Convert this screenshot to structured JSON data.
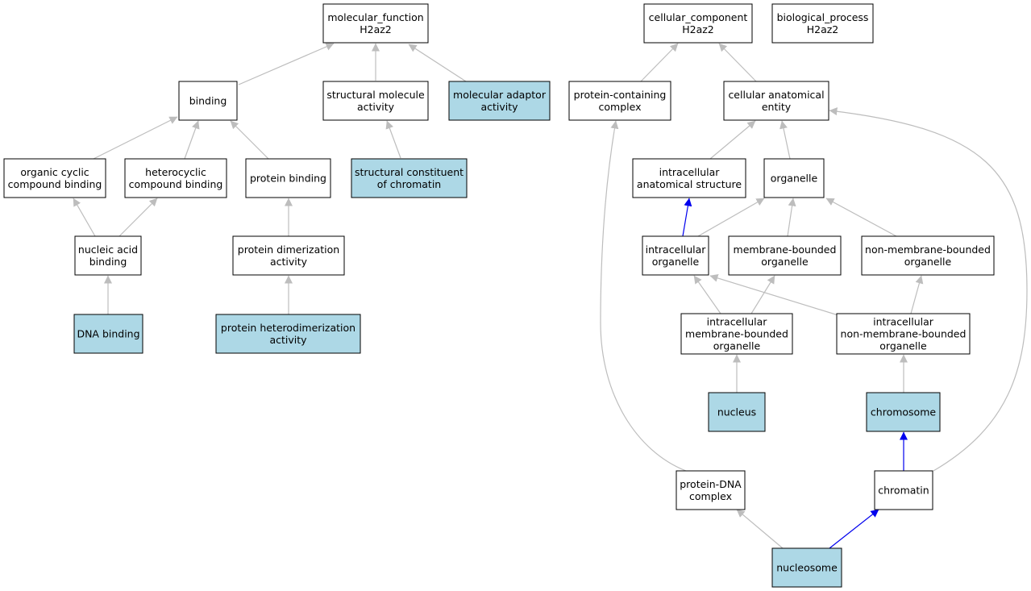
{
  "colors": {
    "plain_fill": "#ffffff",
    "highlight_fill": "#add8e6",
    "edge_default": "#bdbdbd",
    "edge_part_of": "#0000ee"
  },
  "nodes": [
    {
      "id": "mf",
      "lines": [
        "molecular_function",
        "H2az2"
      ],
      "highlight": false
    },
    {
      "id": "cc",
      "lines": [
        "cellular_component",
        "H2az2"
      ],
      "highlight": false
    },
    {
      "id": "bp",
      "lines": [
        "biological_process",
        "H2az2"
      ],
      "highlight": false
    },
    {
      "id": "bind",
      "lines": [
        "binding"
      ],
      "highlight": false
    },
    {
      "id": "sma",
      "lines": [
        "structural molecule",
        "activity"
      ],
      "highlight": false
    },
    {
      "id": "mad",
      "lines": [
        "molecular adaptor",
        "activity"
      ],
      "highlight": true
    },
    {
      "id": "pcc",
      "lines": [
        "protein-containing",
        "complex"
      ],
      "highlight": false
    },
    {
      "id": "cae",
      "lines": [
        "cellular anatomical",
        "entity"
      ],
      "highlight": false
    },
    {
      "id": "occb",
      "lines": [
        "organic cyclic",
        "compound binding"
      ],
      "highlight": false
    },
    {
      "id": "hcb",
      "lines": [
        "heterocyclic",
        "compound binding"
      ],
      "highlight": false
    },
    {
      "id": "pb",
      "lines": [
        "protein binding"
      ],
      "highlight": false
    },
    {
      "id": "scc",
      "lines": [
        "structural constituent",
        "of chromatin"
      ],
      "highlight": true
    },
    {
      "id": "ias",
      "lines": [
        "intracellular",
        "anatomical structure"
      ],
      "highlight": false
    },
    {
      "id": "org",
      "lines": [
        "organelle"
      ],
      "highlight": false
    },
    {
      "id": "nab",
      "lines": [
        "nucleic acid",
        "binding"
      ],
      "highlight": false
    },
    {
      "id": "pda",
      "lines": [
        "protein dimerization",
        "activity"
      ],
      "highlight": false
    },
    {
      "id": "io",
      "lines": [
        "intracellular",
        "organelle"
      ],
      "highlight": false
    },
    {
      "id": "mbo",
      "lines": [
        "membrane-bounded",
        "organelle"
      ],
      "highlight": false
    },
    {
      "id": "nmbo",
      "lines": [
        "non-membrane-bounded",
        "organelle"
      ],
      "highlight": false
    },
    {
      "id": "dna",
      "lines": [
        "DNA binding"
      ],
      "highlight": true
    },
    {
      "id": "phda",
      "lines": [
        "protein heterodimerization",
        "activity"
      ],
      "highlight": true
    },
    {
      "id": "imbo",
      "lines": [
        "intracellular",
        "membrane-bounded",
        "organelle"
      ],
      "highlight": false
    },
    {
      "id": "inmbo",
      "lines": [
        "intracellular",
        "non-membrane-bounded",
        "organelle"
      ],
      "highlight": false
    },
    {
      "id": "nuc",
      "lines": [
        "nucleus"
      ],
      "highlight": true
    },
    {
      "id": "chr",
      "lines": [
        "chromosome"
      ],
      "highlight": true
    },
    {
      "id": "pdc",
      "lines": [
        "protein-DNA",
        "complex"
      ],
      "highlight": false
    },
    {
      "id": "chrm",
      "lines": [
        "chromatin"
      ],
      "highlight": false
    },
    {
      "id": "nsome",
      "lines": [
        "nucleosome"
      ],
      "highlight": true
    }
  ],
  "edges": [
    {
      "from": "bind",
      "to": "mf",
      "relation": "is_a"
    },
    {
      "from": "sma",
      "to": "mf",
      "relation": "is_a"
    },
    {
      "from": "mad",
      "to": "mf",
      "relation": "is_a"
    },
    {
      "from": "occb",
      "to": "bind",
      "relation": "is_a"
    },
    {
      "from": "hcb",
      "to": "bind",
      "relation": "is_a"
    },
    {
      "from": "pb",
      "to": "bind",
      "relation": "is_a"
    },
    {
      "from": "scc",
      "to": "sma",
      "relation": "is_a"
    },
    {
      "from": "nab",
      "to": "occb",
      "relation": "is_a"
    },
    {
      "from": "nab",
      "to": "hcb",
      "relation": "is_a"
    },
    {
      "from": "pda",
      "to": "pb",
      "relation": "is_a"
    },
    {
      "from": "dna",
      "to": "nab",
      "relation": "is_a"
    },
    {
      "from": "phda",
      "to": "pda",
      "relation": "is_a"
    },
    {
      "from": "pcc",
      "to": "cc",
      "relation": "is_a"
    },
    {
      "from": "cae",
      "to": "cc",
      "relation": "is_a"
    },
    {
      "from": "ias",
      "to": "cae",
      "relation": "is_a"
    },
    {
      "from": "org",
      "to": "cae",
      "relation": "is_a"
    },
    {
      "from": "io",
      "to": "ias",
      "relation": "part_of"
    },
    {
      "from": "io",
      "to": "org",
      "relation": "is_a"
    },
    {
      "from": "mbo",
      "to": "org",
      "relation": "is_a"
    },
    {
      "from": "nmbo",
      "to": "org",
      "relation": "is_a"
    },
    {
      "from": "imbo",
      "to": "io",
      "relation": "is_a"
    },
    {
      "from": "imbo",
      "to": "mbo",
      "relation": "is_a"
    },
    {
      "from": "inmbo",
      "to": "io",
      "relation": "is_a"
    },
    {
      "from": "inmbo",
      "to": "nmbo",
      "relation": "is_a"
    },
    {
      "from": "nuc",
      "to": "imbo",
      "relation": "is_a"
    },
    {
      "from": "chr",
      "to": "inmbo",
      "relation": "is_a"
    },
    {
      "from": "chrm",
      "to": "chr",
      "relation": "part_of"
    },
    {
      "from": "chrm",
      "to": "cae",
      "relation": "is_a"
    },
    {
      "from": "pdc",
      "to": "pcc",
      "relation": "is_a"
    },
    {
      "from": "nsome",
      "to": "pdc",
      "relation": "is_a"
    },
    {
      "from": "nsome",
      "to": "chrm",
      "relation": "part_of"
    }
  ]
}
